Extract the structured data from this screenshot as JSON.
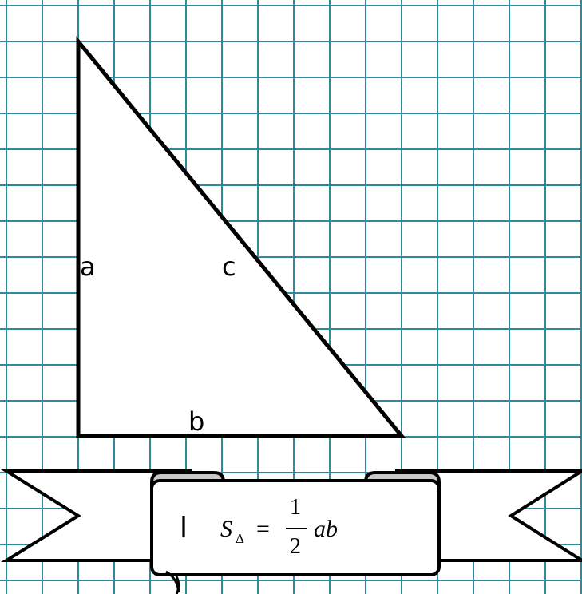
{
  "labels": {
    "side_a": "a",
    "side_b": "b",
    "side_c": "c"
  },
  "banner": {
    "marker": "l",
    "marker2": ")",
    "formula": {
      "lhs": "S",
      "subscript": "Δ",
      "equals": "=",
      "numerator": "1",
      "denominator": "2",
      "rhs": "ab"
    }
  },
  "colors": {
    "grid": "#2f8a9b",
    "outline": "#000000",
    "fill": "#ffffff",
    "scroll_roll": "#c8c8c8"
  }
}
